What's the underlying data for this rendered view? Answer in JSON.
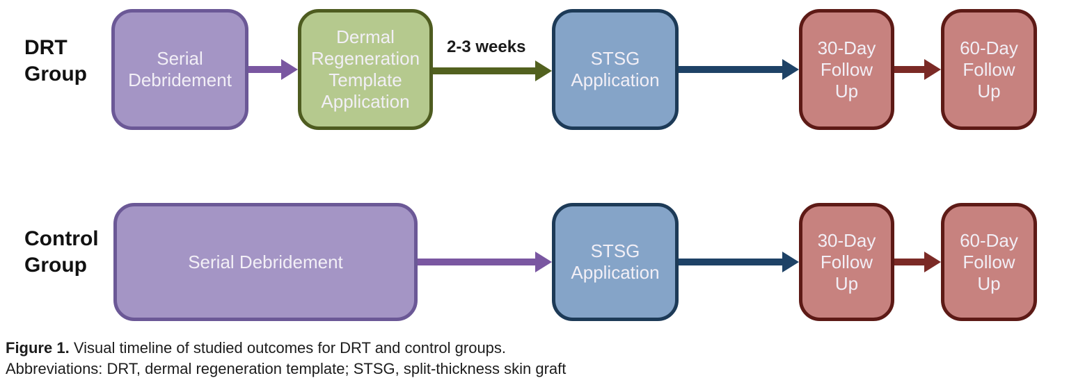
{
  "figure": {
    "rows": [
      {
        "label": "DRT\nGroup",
        "nodes": [
          {
            "text": "Serial\nDebridement"
          },
          {
            "text": "Dermal\nRegeneration\nTemplate\nApplication"
          },
          {
            "text": "STSG\nApplication"
          },
          {
            "text": "30-Day\nFollow\nUp"
          },
          {
            "text": "60-Day\nFollow\nUp"
          }
        ],
        "interval_label": "2-3 weeks"
      },
      {
        "label": "Control\nGroup",
        "nodes": [
          {
            "text": "Serial Debridement"
          },
          {
            "text": "STSG\nApplication"
          },
          {
            "text": "30-Day\nFollow\nUp"
          },
          {
            "text": "60-Day\nFollow\nUp"
          }
        ]
      }
    ],
    "caption": {
      "figure_label": "Figure 1.",
      "figure_text": "Visual timeline of studied outcomes for DRT and control groups.",
      "abbreviations": "Abbreviations: DRT, dermal regeneration template; STSG, split-thickness skin graft"
    },
    "palette": {
      "purple": {
        "fill": "#a495c5",
        "stroke": "#6b5896",
        "arrow": "#7a57a1"
      },
      "green": {
        "fill": "#b5c98e",
        "stroke": "#4e5c20",
        "arrow": "#52611f"
      },
      "blue": {
        "fill": "#85a4c8",
        "stroke": "#1d3a57",
        "arrow": "#1e4266"
      },
      "red": {
        "fill": "#c7827f",
        "stroke": "#5d1a16",
        "arrow": "#7b2a26"
      }
    }
  }
}
